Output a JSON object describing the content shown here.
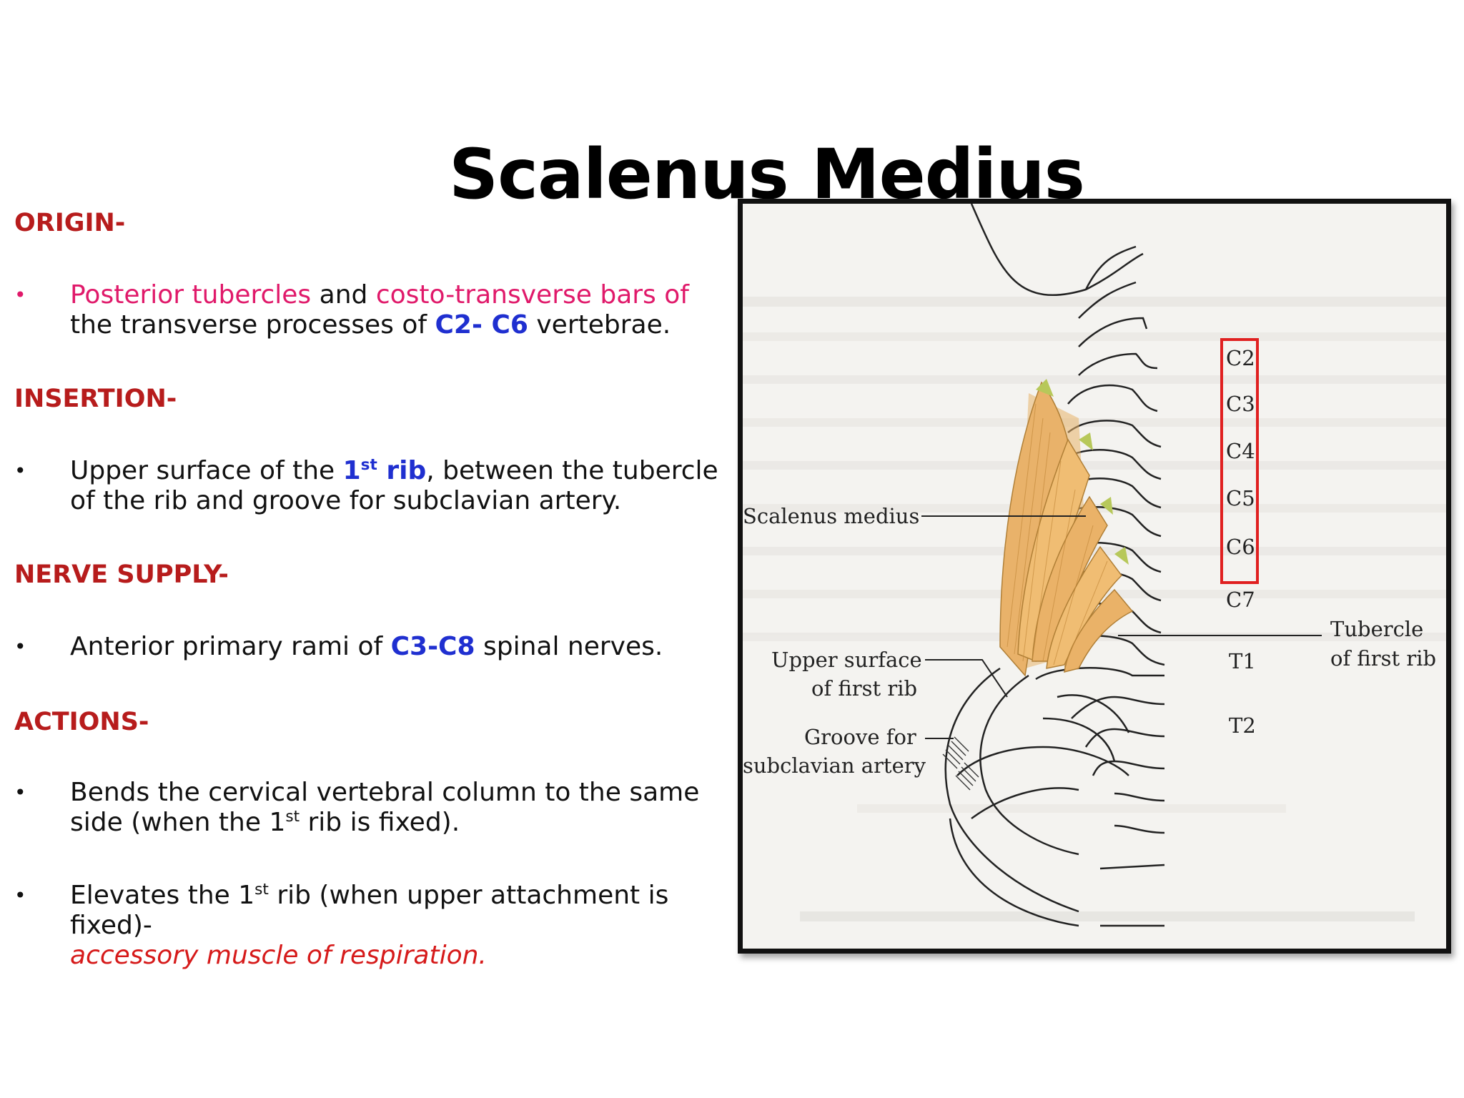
{
  "slide": {
    "title": "Scalenus Medius"
  },
  "origin": {
    "heading": "ORIGIN-",
    "bullet_parts": [
      "Posterior tubercles",
      " and ",
      "costo-transverse bars of",
      " the transverse processes of ",
      "C2- C6",
      " vertebrae."
    ]
  },
  "insertion": {
    "heading": "INSERTION-",
    "bullet_parts": [
      "Upper surface of the ",
      "1",
      "st",
      " rib",
      ", between the tubercle of the rib and groove for subclavian artery."
    ]
  },
  "nerve_supply": {
    "heading": "NERVE SUPPLY-",
    "bullet_parts": [
      "Anterior primary rami of  ",
      "C3-C8",
      " spinal nerves."
    ]
  },
  "actions": {
    "heading": "ACTIONS-",
    "bullet1_parts": [
      "Bends the cervical vertebral column to the same side (when the 1",
      "st",
      " rib is fixed)."
    ],
    "bullet2_parts": [
      "Elevates the 1",
      "st",
      " rib (when upper attachment is fixed)-",
      "accessory muscle of respiration."
    ]
  },
  "figure": {
    "vertebra_labels": [
      "C2",
      "C3",
      "C4",
      "C5",
      "C6",
      "C7",
      "T1",
      "T2"
    ],
    "label_scalenus": "Scalenus medius",
    "label_upper_surface_1": "Upper surface",
    "label_upper_surface_2": "of first rib",
    "label_groove_1": "Groove for",
    "label_groove_2": "subclavian artery",
    "label_tubercle_1": "Tubercle",
    "label_tubercle_2": "of first rib"
  },
  "colors": {
    "heading": "#b71c1c",
    "pink": "#e0196a",
    "blue": "#1f2fd0",
    "highlight_box": "#e02020",
    "muscle": "#e8b36a"
  }
}
